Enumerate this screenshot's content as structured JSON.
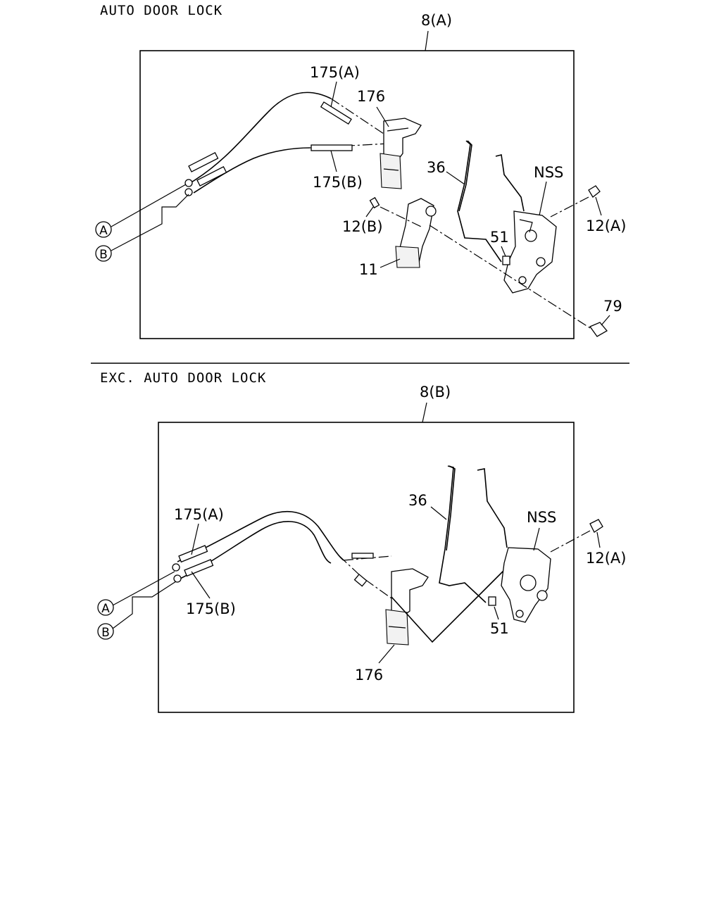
{
  "sections": [
    {
      "title": "AUTO DOOR LOCK",
      "assembly_ref": "8(A)",
      "labels": {
        "cable_a": "175(A)",
        "cable_b": "175(B)",
        "actuator": "176",
        "rod": "36",
        "latch": "NSS",
        "bolt_b": "12(B)",
        "bolt_a": "12(A)",
        "clip": "51",
        "lock_motor": "11",
        "screw": "79",
        "marker_a": "A",
        "marker_b": "B"
      }
    },
    {
      "title": "EXC. AUTO DOOR LOCK",
      "assembly_ref": "8(B)",
      "labels": {
        "cable_a": "175(A)",
        "cable_b": "175(B)",
        "actuator": "176",
        "rod": "36",
        "latch": "NSS",
        "bolt_a": "12(A)",
        "clip": "51",
        "marker_a": "A",
        "marker_b": "B"
      }
    }
  ]
}
